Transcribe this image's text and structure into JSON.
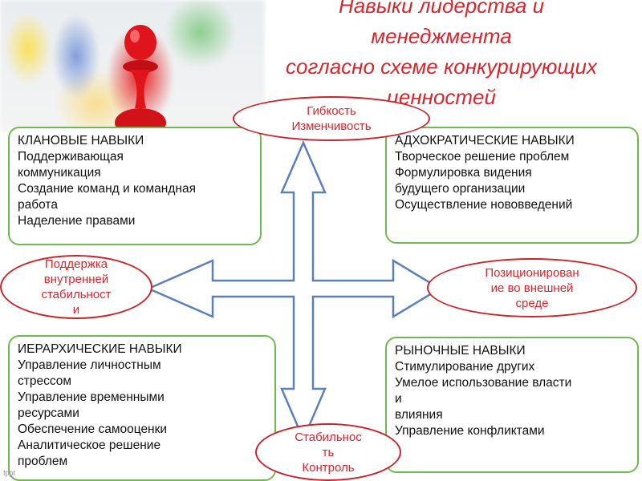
{
  "title": {
    "line1": "Навыки лидерства и",
    "line2": "менеджмента",
    "line3": "согласно схеме конкурирующих",
    "line4": "ценностей"
  },
  "boxes": {
    "top_left": {
      "heading": "КЛАНОВЫЕ НАВЫКИ",
      "lines": [
        "Поддерживающая",
        "коммуникация",
        "Создание команд и командная",
        "работа",
        "Наделение правами"
      ]
    },
    "top_right": {
      "heading": "АДХОКРАТИЧЕСКИЕ НАВЫКИ",
      "lines": [
        "Творческое решение проблем",
        "Формулировка видения",
        "будущего организации",
        "Осуществление нововведений"
      ]
    },
    "bottom_left": {
      "heading": "ИЕРАРХИЧЕСКИЕ НАВЫКИ",
      "lines": [
        "Управление личностным",
        "стрессом",
        "Управление временными",
        "ресурсами",
        "Обеспечение самооценки",
        "Аналитическое решение",
        "проблем"
      ]
    },
    "bottom_right": {
      "heading": "РЫНОЧНЫЕ НАВЫКИ",
      "lines": [
        "Стимулирование других",
        "Умелое использование власти",
        "и",
        "влияния",
        "Управление конфликтами"
      ]
    }
  },
  "ovals": {
    "top": [
      "Гибкость",
      "Изменчивость"
    ],
    "left": [
      "Поддержка",
      "внутренней",
      "стабильност",
      "и"
    ],
    "right": [
      "Позиционирован",
      "ие во внешней",
      "среде"
    ],
    "bottom": [
      "Стабильнос",
      "ть",
      "Контроль"
    ]
  },
  "footer": "fppt",
  "colors": {
    "title": "#d8262f",
    "box_border": "#6fba4f",
    "oval_border": "#c8242d",
    "arrow_stroke": "#5b80b8"
  }
}
